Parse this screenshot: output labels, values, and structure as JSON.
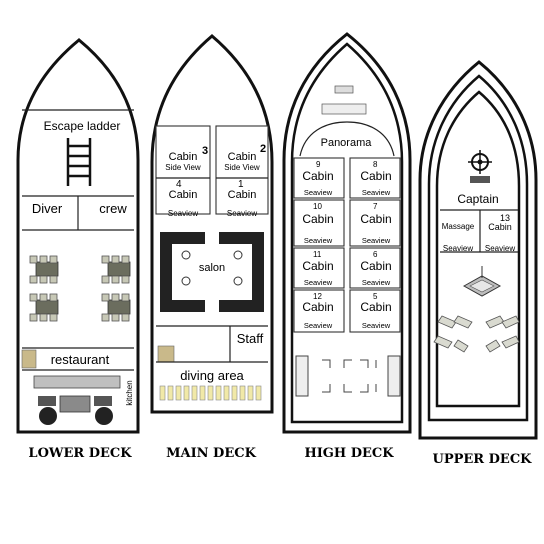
{
  "decks": {
    "lower": {
      "name": "LOWER DECK",
      "escape_ladder": "Escape ladder",
      "diver": "Diver",
      "crew": "crew",
      "restaurant": "restaurant",
      "kitchen": "kitchen"
    },
    "main": {
      "name": "MAIN DECK",
      "cabins": [
        {
          "number": "3",
          "title": "Cabin",
          "view": "Side View"
        },
        {
          "number": "2",
          "title": "Cabin",
          "view": "Side View"
        },
        {
          "number": "4",
          "title": "Cabin",
          "view": "Seaview"
        },
        {
          "number": "1",
          "title": "Cabin",
          "view": "Seaview"
        }
      ],
      "salon": "salon",
      "staff": "Staff",
      "diving_area": "diving area"
    },
    "high": {
      "name": "HIGH DECK",
      "panorama": "Panorama",
      "cabins": [
        {
          "number": "9",
          "title": "Cabin",
          "view": "Seaview"
        },
        {
          "number": "8",
          "title": "Cabin",
          "view": "Seaview"
        },
        {
          "number": "10",
          "title": "Cabin",
          "view": "Seaview"
        },
        {
          "number": "7",
          "title": "Cabin",
          "view": "Seaview"
        },
        {
          "number": "11",
          "title": "Cabin",
          "view": "Seaview"
        },
        {
          "number": "6",
          "title": "Cabin",
          "view": "Seaview"
        },
        {
          "number": "12",
          "title": "Cabin",
          "view": "Seaview"
        },
        {
          "number": "5",
          "title": "Cabin",
          "view": "Seaview"
        }
      ]
    },
    "upper": {
      "name": "UPPER DECK",
      "captain": "Captain",
      "massage": "Massage",
      "massage_view": "Seaview",
      "cabin": {
        "number": "13",
        "title": "Cabin",
        "view": "Seaview"
      }
    }
  },
  "icons": [
    "ladder-icon",
    "dining-table-icon",
    "steering-wheel-icon",
    "jacuzzi-icon",
    "sun-lounger-icon",
    "dive-tank-icon",
    "engine-icon"
  ]
}
